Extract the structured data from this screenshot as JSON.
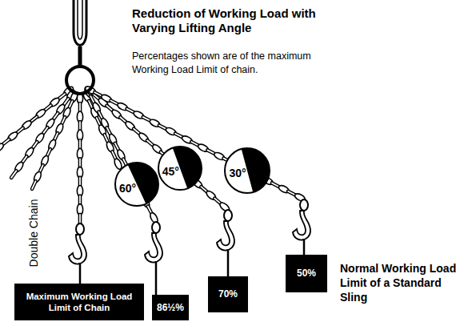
{
  "diagram": {
    "title": "Reduction of Working Load with Varying Lifting Angle",
    "nodes": [
      {
        "text": [
          "60°"
        ]
      },
      {
        "text": [
          "45°"
        ]
      },
      {
        "text": [
          "30°"
        ]
      },
      {
        "text": [
          "Maximum Working Load Limit of Chain"
        ]
      },
      {
        "text": [
          "86½%"
        ]
      },
      {
        "text": [
          "70%"
        ]
      },
      {
        "text": [
          "50%"
        ]
      }
    ],
    "labels": [
      "Percentages shown are of the maximum Working Load Limit of chain.",
      "Double Chain",
      "Normal Working Load Limit of a Standard Sling"
    ]
  }
}
